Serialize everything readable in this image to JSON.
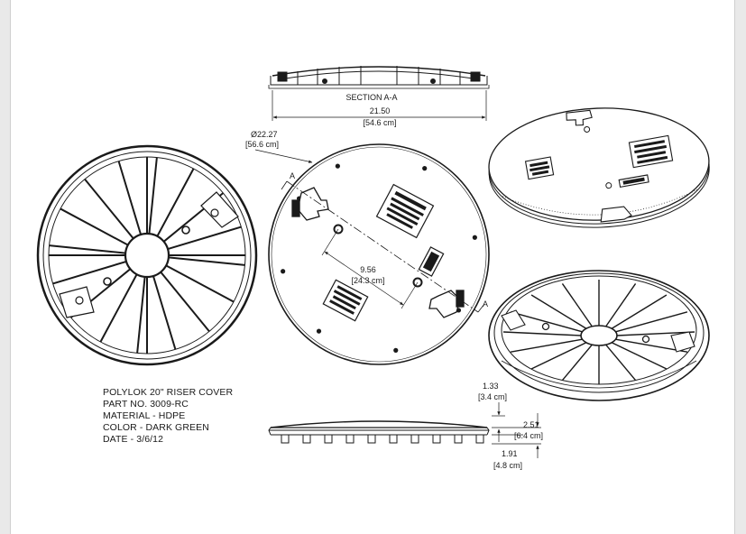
{
  "section_label": "SECTION  A-A",
  "dimensions": {
    "overall_width_in": "21.50",
    "overall_width_cm": "[54.6 cm]",
    "diameter_in": "Ø22.27",
    "diameter_cm": "[56.6 cm]",
    "bolt_spacing_in": "9.56",
    "bolt_spacing_cm": "[24.3 cm]",
    "lip_height_in": "1.33",
    "lip_height_cm": "[3.4 cm]",
    "total_height_in": "2.51",
    "total_height_cm": "[6.4 cm]",
    "rib_height_in": "1.91",
    "rib_height_cm": "[4.8 cm]"
  },
  "section_marker": "A",
  "title_block": {
    "line1": "POLYLOK 20\" RISER COVER",
    "line2": "PART NO. 3009-RC",
    "line3": "MATERIAL - HDPE",
    "line4": "COLOR - DARK GREEN",
    "line5": "DATE - 3/6/12"
  },
  "colors": {
    "ink": "#1a1a1a",
    "paper": "#ffffff",
    "background": "#e9e9e9"
  }
}
